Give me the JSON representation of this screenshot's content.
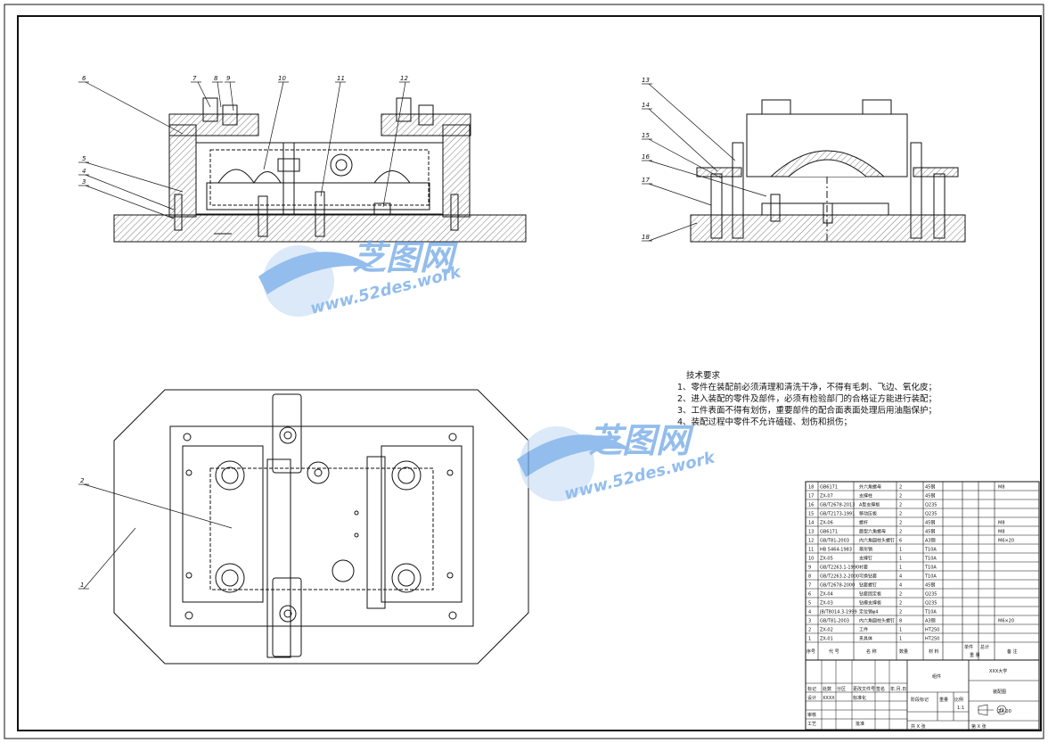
{
  "balloons_front": [
    "6",
    "7",
    "8",
    "9",
    "10",
    "11",
    "12",
    "5",
    "4",
    "3"
  ],
  "balloons_side": [
    "13",
    "14",
    "15",
    "16",
    "17",
    "18"
  ],
  "balloons_top": [
    "2",
    "1"
  ],
  "tech_title": "技术要求",
  "tech_lines": [
    "1、零件在装配前必须清理和清洗干净，不得有毛刺、飞边、氧化皮；",
    "2、进入装配的零件及部件，必须有检验部门的合格证方能进行装配；",
    "3、工件表面不得有划伤，重要部件的配合面表面处理后用油脂保护；",
    "4、装配过程中零件不允许磕碰、划伤和损伤；"
  ],
  "bom_rows": [
    {
      "no": "18",
      "code": "GB6171",
      "name": "外六角螺母",
      "qty": "2",
      "mat": "45钢",
      "note": "M8"
    },
    {
      "no": "17",
      "code": "ZX-07",
      "name": "支撑柱",
      "qty": "2",
      "mat": "45钢",
      "note": ""
    },
    {
      "no": "16",
      "code": "GB/T2678-2013",
      "name": "A型支撑板",
      "qty": "2",
      "mat": "Q235",
      "note": ""
    },
    {
      "no": "15",
      "code": "GB/T2173-1991",
      "name": "移动压板",
      "qty": "2",
      "mat": "Q235",
      "note": ""
    },
    {
      "no": "14",
      "code": "ZX-06",
      "name": "螺杆",
      "qty": "2",
      "mat": "45钢",
      "note": "M8"
    },
    {
      "no": "13",
      "code": "GB6171",
      "name": "蘑型六角螺母",
      "qty": "2",
      "mat": "45钢",
      "note": "M8"
    },
    {
      "no": "12",
      "code": "GB/T81-2003",
      "name": "内六角圆柱头螺钉",
      "qty": "6",
      "mat": "A3钢",
      "note": "M6×20"
    },
    {
      "no": "11",
      "code": "HB 5464-1983",
      "name": "菱形销",
      "qty": "1",
      "mat": "T10A",
      "note": ""
    },
    {
      "no": "10",
      "code": "ZX-05",
      "name": "支撑钉",
      "qty": "1",
      "mat": "T10A",
      "note": ""
    },
    {
      "no": "9",
      "code": "GB/T2263.1-1990",
      "name": "衬套",
      "qty": "1",
      "mat": "T10A",
      "note": ""
    },
    {
      "no": "8",
      "code": "GB/T2263.2-2000",
      "name": "可换钻套",
      "qty": "4",
      "mat": "T10A",
      "note": ""
    },
    {
      "no": "7",
      "code": "GB/T2678-2000",
      "name": "钻套螺钉",
      "qty": "4",
      "mat": "45钢",
      "note": ""
    },
    {
      "no": "6",
      "code": "ZX-04",
      "name": "钻套固定板",
      "qty": "2",
      "mat": "Q235",
      "note": ""
    },
    {
      "no": "5",
      "code": "ZX-03",
      "name": "钻模支撑板",
      "qty": "2",
      "mat": "Q235",
      "note": ""
    },
    {
      "no": "4",
      "code": "JB/T8014.3-1999",
      "name": "定位销φ4",
      "qty": "2",
      "mat": "T10A",
      "note": ""
    },
    {
      "no": "3",
      "code": "GB/T81-2003",
      "name": "内六角圆柱头螺钉",
      "qty": "8",
      "mat": "A3钢",
      "note": "M6×20"
    },
    {
      "no": "2",
      "code": "ZX-02",
      "name": "工件",
      "qty": "1",
      "mat": "HT250",
      "note": ""
    },
    {
      "no": "1",
      "code": "ZX-01",
      "name": "夹具体",
      "qty": "1",
      "mat": "HT250",
      "note": ""
    }
  ],
  "bom_header": {
    "no": "序号",
    "code": "代 号",
    "name": "名 称",
    "qty": "数量",
    "mat": "材 料",
    "unit": "单件",
    "total": "总计",
    "weight": "重 量",
    "note": "备 注"
  },
  "title_block": {
    "company": "XXX大学",
    "drawing_name": "装配图",
    "drawing_no": "ZX-00",
    "group": "组件",
    "scale": "1:1",
    "sheet_total": "共 X 张",
    "sheet_no": "第 X 张",
    "designer": "XXXX",
    "std_label": "标准化",
    "labels": {
      "mark": "标记",
      "count": "处数",
      "zone": "分区",
      "change_no": "更改文件号",
      "sign": "签名",
      "date": "年.月.日",
      "design": "设计",
      "check": "审核",
      "process": "工艺",
      "approve": "批准",
      "stage": "阶段标记",
      "weight": "重量",
      "scale": "比例"
    }
  },
  "watermark": {
    "brand": "芝图网",
    "url": "www.52des.work"
  },
  "colors": {
    "line": "#111111",
    "watermark": "#6fa8e6"
  }
}
